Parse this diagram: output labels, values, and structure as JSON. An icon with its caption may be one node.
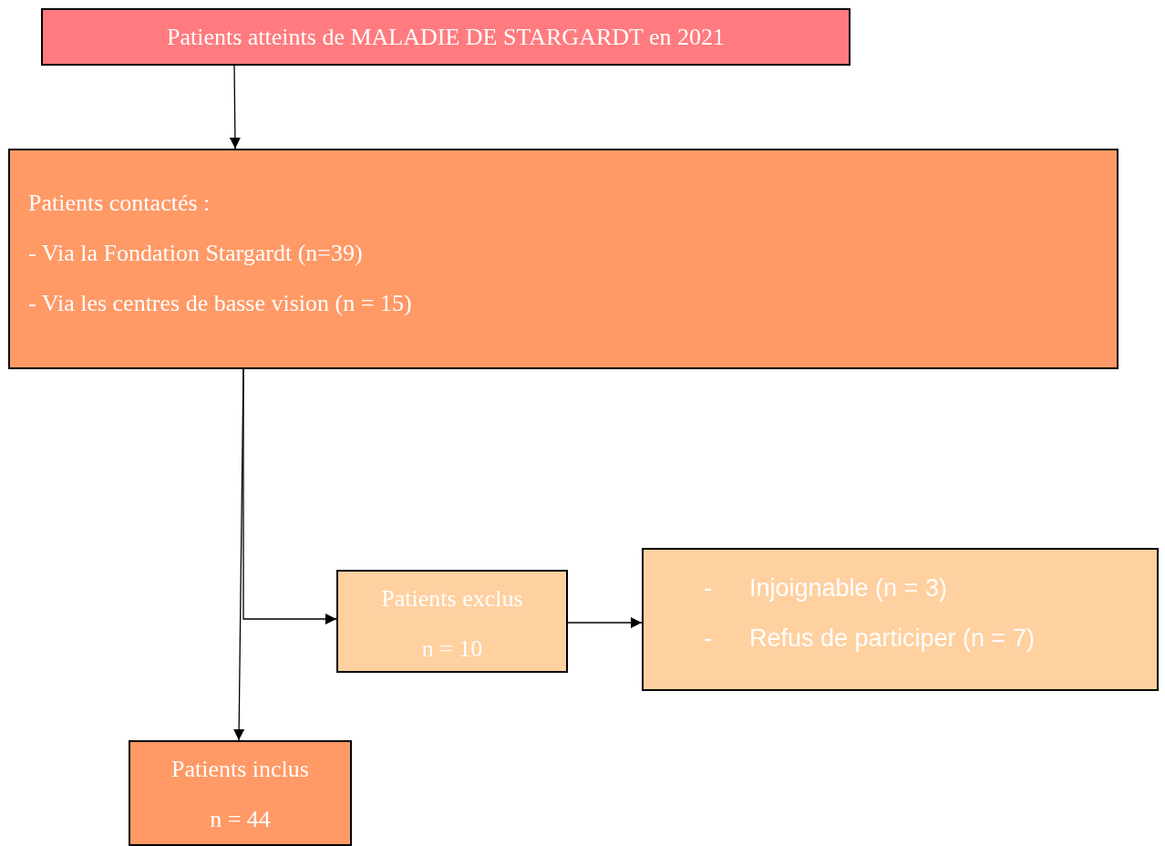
{
  "diagram": {
    "nodes": [
      {
        "text": [
          "Patients atteints de MALADIE DE STARGARDT en 2021"
        ]
      },
      {
        "text": [
          "Patients contactés :",
          "- Via la Fondation Stargardt (n=39)",
          "- Via les centres de basse vision (n = 15)"
        ]
      },
      {
        "text": [
          "Patients exclus",
          "n = 10"
        ]
      },
      {
        "text": [
          "-",
          "Injoignable (n = 3)",
          "-",
          "Refus de participer (n = 7)"
        ]
      },
      {
        "text": [
          "Patients inclus",
          "n = 44"
        ]
      }
    ],
    "edges": [
      {
        "from": 0,
        "to": 1,
        "arrow": "to"
      },
      {
        "from": 1,
        "to": 4,
        "arrow": "to"
      },
      {
        "from": 1,
        "to": 2,
        "arrow": "to"
      },
      {
        "from": 2,
        "to": 3,
        "arrow": "to"
      }
    ]
  }
}
